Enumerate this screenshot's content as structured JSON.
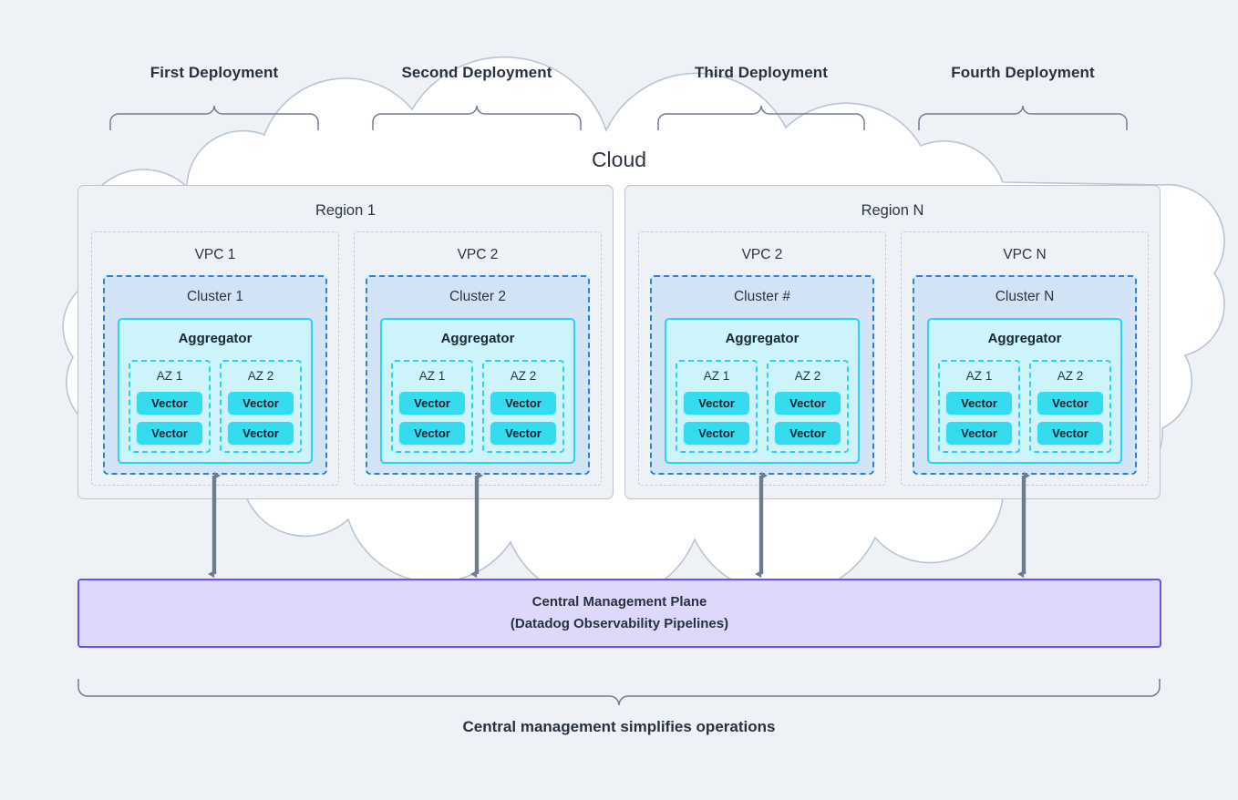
{
  "diagram": {
    "cloud_label": "Cloud",
    "bottom_caption": "Central management simplifies operations",
    "colors": {
      "background": "#eef2f6",
      "cloud_fill": "#ffffff",
      "cloud_stroke": "#b9c5d2",
      "region_stroke": "#b9c5d2",
      "vpc_stroke": "#c3cdd8",
      "cluster_stroke": "#2d82d8",
      "cluster_fill": "#d3e3f6",
      "aggregator_stroke": "#28d7ef",
      "aggregator_fill": "#cdf4fb",
      "az_stroke": "#2ad4ec",
      "vector_fill": "#35dbef",
      "arrow": "#6e7c91",
      "cmp_fill": "#ded9fb",
      "cmp_stroke": "#6c4ff0",
      "text": "#27323f"
    }
  },
  "deployments": [
    {
      "label": "First Deployment"
    },
    {
      "label": "Second Deployment"
    },
    {
      "label": "Third Deployment"
    },
    {
      "label": "Fourth Deployment"
    }
  ],
  "regions": [
    {
      "title": "Region 1",
      "vpcs": [
        {
          "title": "VPC 1",
          "cluster": {
            "title": "Cluster 1",
            "aggregator": {
              "title": "Aggregator",
              "azs": [
                {
                  "title": "AZ 1",
                  "nodes": [
                    {
                      "label": "Vector"
                    },
                    {
                      "label": "Vector"
                    }
                  ]
                },
                {
                  "title": "AZ 2",
                  "nodes": [
                    {
                      "label": "Vector"
                    },
                    {
                      "label": "Vector"
                    }
                  ]
                }
              ]
            }
          }
        },
        {
          "title": "VPC 2",
          "cluster": {
            "title": "Cluster 2",
            "aggregator": {
              "title": "Aggregator",
              "azs": [
                {
                  "title": "AZ 1",
                  "nodes": [
                    {
                      "label": "Vector"
                    },
                    {
                      "label": "Vector"
                    }
                  ]
                },
                {
                  "title": "AZ 2",
                  "nodes": [
                    {
                      "label": "Vector"
                    },
                    {
                      "label": "Vector"
                    }
                  ]
                }
              ]
            }
          }
        }
      ]
    },
    {
      "title": "Region N",
      "vpcs": [
        {
          "title": "VPC 2",
          "cluster": {
            "title": "Cluster #",
            "aggregator": {
              "title": "Aggregator",
              "azs": [
                {
                  "title": "AZ 1",
                  "nodes": [
                    {
                      "label": "Vector"
                    },
                    {
                      "label": "Vector"
                    }
                  ]
                },
                {
                  "title": "AZ 2",
                  "nodes": [
                    {
                      "label": "Vector"
                    },
                    {
                      "label": "Vector"
                    }
                  ]
                }
              ]
            }
          }
        },
        {
          "title": "VPC N",
          "cluster": {
            "title": "Cluster N",
            "aggregator": {
              "title": "Aggregator",
              "azs": [
                {
                  "title": "AZ 1",
                  "nodes": [
                    {
                      "label": "Vector"
                    },
                    {
                      "label": "Vector"
                    }
                  ]
                },
                {
                  "title": "AZ 2",
                  "nodes": [
                    {
                      "label": "Vector"
                    },
                    {
                      "label": "Vector"
                    }
                  ]
                }
              ]
            }
          }
        }
      ]
    }
  ],
  "central_plane": {
    "line1": "Central Management Plane",
    "line2": "(Datadog Observability Pipelines)"
  }
}
